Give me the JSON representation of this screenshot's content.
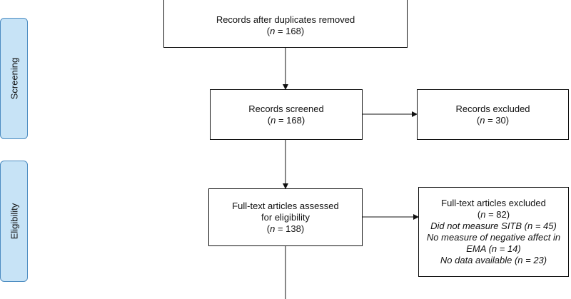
{
  "phases": {
    "screening": "Screening",
    "eligibility": "Eligibility"
  },
  "boxes": {
    "duplicates_removed": {
      "title": "Records after duplicates removed",
      "n_prefix": "n",
      "n_suffix": " = 168)"
    },
    "screened": {
      "title": "Records screened",
      "n_prefix": "n",
      "n_suffix": " = 168)"
    },
    "excluded": {
      "title": "Records excluded",
      "n_prefix": "n",
      "n_suffix": " = 30)"
    },
    "fulltext_assessed": {
      "title_line1": "Full-text articles assessed",
      "title_line2": "for eligibility",
      "n_prefix": "n",
      "n_suffix": " = 138)"
    },
    "fulltext_excluded": {
      "title": "Full-text articles excluded",
      "n_prefix": "n",
      "n_suffix": " = 82)",
      "reasons": [
        "Did not measure SITB (n = 45)",
        "No measure of negative affect in",
        "EMA (n = 14)",
        "No data available (n = 23)"
      ]
    }
  },
  "colors": {
    "phase_fill": "#c7e3f6",
    "phase_border": "#4c8cc1"
  }
}
